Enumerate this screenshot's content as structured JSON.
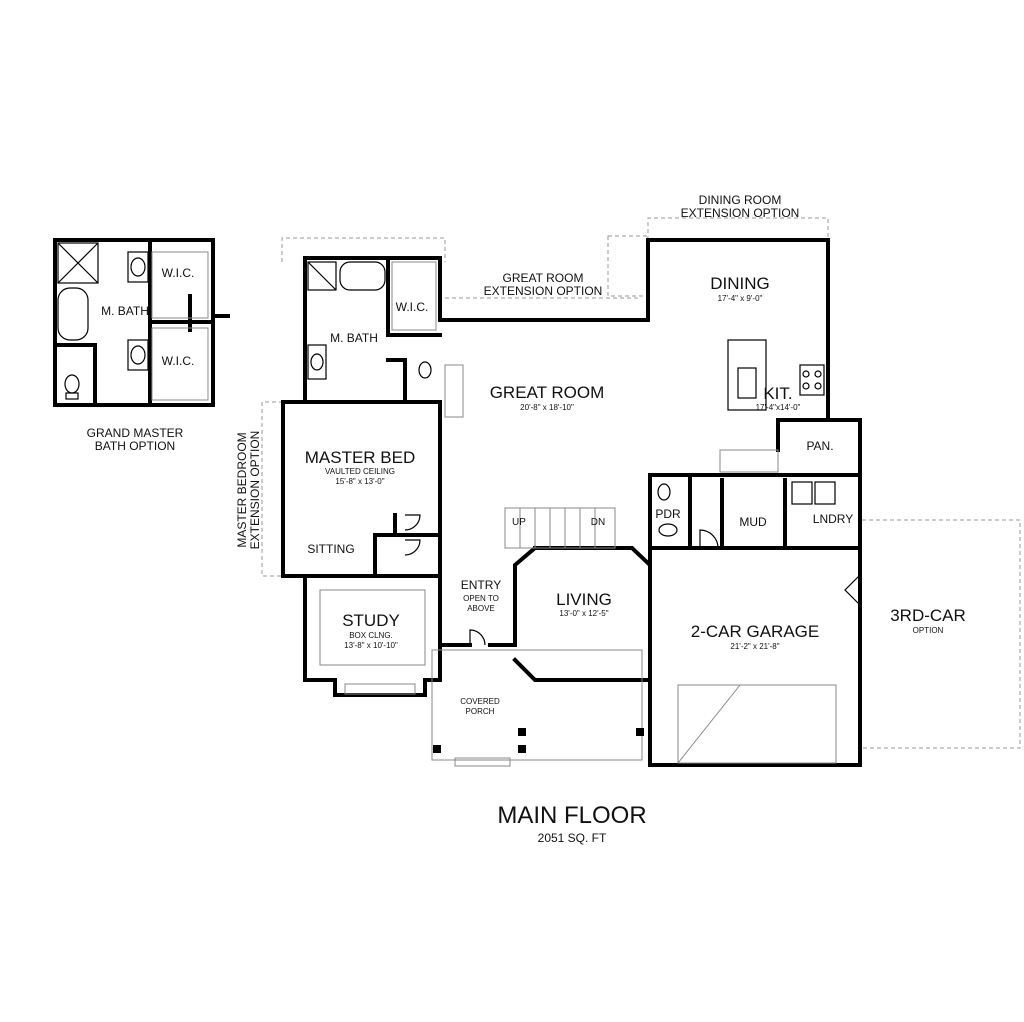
{
  "title": "MAIN FLOOR",
  "area": "2051 SQ. FT",
  "options": {
    "dining_extension": [
      "DINING ROOM",
      "EXTENSION OPTION"
    ],
    "great_room_extension": [
      "GREAT ROOM",
      "EXTENSION OPTION"
    ],
    "grand_master_bath": [
      "GRAND MASTER",
      "BATH OPTION"
    ],
    "master_bedroom_extension": [
      "MASTER BEDROOM",
      "EXTENSION OPTION"
    ],
    "third_car": [
      "3RD-CAR",
      "OPTION"
    ]
  },
  "rooms": {
    "gm_mbath": "M. BATH",
    "gm_wic_top": "W.I.C.",
    "gm_wic_bottom": "W.I.C.",
    "mbath": "M. BATH",
    "wic": "W.I.C.",
    "great_room": {
      "name": "GREAT ROOM",
      "dims": "20'-8\" x 18'-10\""
    },
    "dining": {
      "name": "DINING",
      "dims": "17'-4\" x 9'-0\""
    },
    "kitchen": {
      "name": "KIT.",
      "dims": "17'-4\"x14'-0\""
    },
    "pantry": "PAN.",
    "master_bed": {
      "name": "MASTER BED",
      "note": "VAULTED CEILING",
      "dims": "15'-8\" x 13'-0\""
    },
    "sitting": "SITTING",
    "study": {
      "name": "STUDY",
      "note": "BOX CLNG.",
      "dims": "13'-8\" x 10'-10\""
    },
    "entry": {
      "name": "ENTRY",
      "note": [
        "OPEN TO",
        "ABOVE"
      ]
    },
    "living": {
      "name": "LIVING",
      "dims": "13'-0\" x 12'-5\""
    },
    "garage": {
      "name": "2-CAR GARAGE",
      "dims": "21'-2\" x 21'-8\""
    },
    "porch": [
      "COVERED",
      "PORCH"
    ],
    "pdr": "PDR",
    "mud": "MUD",
    "laundry": "LNDRY",
    "stair_up": "UP",
    "stair_down": "DN"
  }
}
